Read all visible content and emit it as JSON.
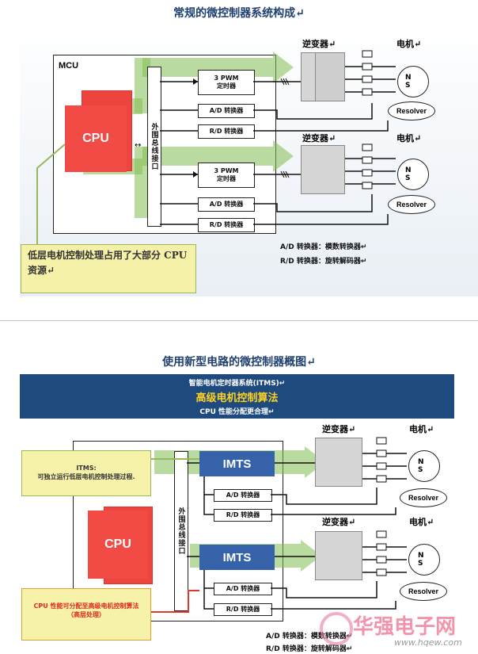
{
  "top": {
    "title": "常规的微控制器系统构成↵",
    "mcu_label": "MCU",
    "cpu_label": "CPU",
    "bus_label": "外围总线接口",
    "blocks": [
      {
        "pwm_line1": "3 PWM",
        "pwm_line2": "定时器",
        "ad": "A/D 转换器",
        "rd": "R/D 转换器",
        "inverter": "逆变器↵",
        "motor": "电机↵",
        "resolver": "Resolver"
      },
      {
        "pwm_line1": "3 PWM",
        "pwm_line2": "定时器",
        "ad": "A/D 转换器",
        "rd": "R/D 转换器",
        "inverter": "逆变器↵",
        "motor": "电机↵",
        "resolver": "Resolver"
      }
    ],
    "note": "低层电机控制处理占用了大部分 CPU 资源↵",
    "legend_ad": "A/D 转换器：模数转换器↵",
    "legend_rd": "R/D 转换器：旋转解码器↵"
  },
  "bottom": {
    "title": "使用新型电路的微控制器概图↵",
    "banner_line1": "智能电机定时器系统(ITMS)↵",
    "banner_line2": "高级电机控制算法",
    "banner_line3": "CPU 性能分配更合理↵",
    "cpu_label": "CPU",
    "bus_label": "外围总线接口",
    "blocks": [
      {
        "itms": "IMTS",
        "ad": "A/D 转换器",
        "rd": "R/D 转换器",
        "inverter": "逆变器↵",
        "motor": "电机↵",
        "resolver": "Resolver"
      },
      {
        "itms": "IMTS",
        "ad": "A/D 转换器",
        "rd": "R/D 转换器",
        "inverter": "逆变器↵",
        "motor": "电机↵",
        "resolver": "Resolver"
      }
    ],
    "note_top_line1": "ITMS:",
    "note_top_line2": "可独立运行低层电机控制处理过程.",
    "note_bottom_line1": "CPU 性能可分配至高级电机控制算法",
    "note_bottom_line2": "（高层处理）",
    "legend_ad": "A/D 转换器：模数转换器↵",
    "legend_rd": "R/D 转换器：旋转解码器↵"
  },
  "watermark": {
    "brand": "华强电子网",
    "url": "www.hqew.com"
  },
  "colors": {
    "title": "#1f3f6e",
    "cpu": "#f24a44",
    "green": "#82be50",
    "banner": "#1f4a7e",
    "itms": "#3562a8",
    "note": "#f6f1a8"
  }
}
